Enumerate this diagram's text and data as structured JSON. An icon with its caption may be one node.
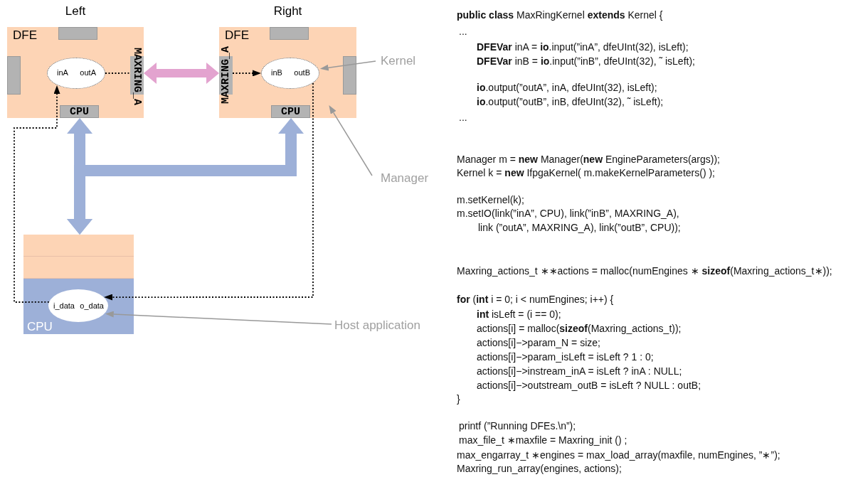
{
  "diagram": {
    "nodes": [
      {
        "text": [
          "DFE"
        ],
        "beside": [
          "Left"
        ]
      },
      {
        "text": [],
        "shape": "bar",
        "in": 0
      },
      {
        "text": [],
        "shape": "bar",
        "in": 0
      },
      {
        "text": [
          "MAXRING_A"
        ],
        "in": 0
      },
      {
        "text": [
          "CPU"
        ],
        "in": 0
      },
      {
        "text": [
          "inA",
          "outA"
        ],
        "in": 0
      },
      {
        "text": [
          "DFE"
        ],
        "beside": [
          "Right"
        ]
      },
      {
        "text": [],
        "shape": "bar",
        "in": 6
      },
      {
        "text": [
          "MAXRING_A"
        ],
        "in": 6
      },
      {
        "text": [],
        "shape": "bar",
        "in": 6
      },
      {
        "text": [
          "CPU"
        ],
        "in": 6
      },
      {
        "text": [
          "inB",
          "outB"
        ],
        "in": 6
      },
      {
        "text": [],
        "shape": "band"
      },
      {
        "text": [],
        "shape": "band"
      },
      {
        "text": [
          "CPU"
        ]
      },
      {
        "text": [
          "i_data",
          "o_data"
        ],
        "in": 14
      },
      {
        "text": [
          "Kernel"
        ]
      },
      {
        "text": [
          "Manager"
        ]
      },
      {
        "text": [
          "Host application"
        ]
      }
    ],
    "edges": [
      {
        "from": 3,
        "to": 8,
        "arrow": "both",
        "style": "thick",
        "color": "#e3a3cf"
      },
      {
        "from": 5,
        "to": 3,
        "arrow": "none",
        "style": "dashed",
        "color": "#000000"
      },
      {
        "from": 8,
        "to": 11,
        "arrow": "to",
        "style": "dashed",
        "color": "#000000"
      },
      {
        "from": 15,
        "to": 5,
        "arrow": "to",
        "style": "dashed",
        "color": "#000000"
      },
      {
        "from": 11,
        "to": 15,
        "arrow": "to",
        "style": "dashed",
        "color": "#000000"
      },
      {
        "from": 12,
        "to": 4,
        "arrow": "both",
        "style": "thick",
        "color": "#9db0d8"
      },
      {
        "from": 12,
        "to": 10,
        "arrow": "both",
        "style": "thick",
        "color": "#9db0d8"
      },
      {
        "from": 16,
        "to": 11,
        "arrow": "to",
        "color": "#999999"
      },
      {
        "from": 17,
        "to": 6,
        "arrow": "to",
        "color": "#999999"
      },
      {
        "from": 18,
        "to": 15,
        "arrow": "to",
        "color": "#999999"
      }
    ],
    "labels": [
      "**public class** MaxRingKernel **extends** Kernel {",
      "...",
      "**DFEVar** inA = **io**.input(”inA”,  dfeUInt(32),  isLeft);",
      "**DFEVar** inB = **io**.input(”inB”,  dfeUInt(32),  ˜ isLeft);",
      "**io**.output(”outA”,  inA,  dfeUInt(32),  isLeft);",
      "**io**.output(”outB”,  inB,  dfeUInt(32),  ˜ isLeft);",
      "...",
      "Manager m = **new** Manager(**new** EngineParameters(args));",
      "Kernel k = **new** IfpgaKernel( m.makeKernelParameters() );",
      "m.setKernel(k);",
      "m.setIO(link(”inA”,  CPU), link(”inB”,  MAXRING_A),",
      "link (”outA”,  MAXRING_A), link(”outB”, CPU));",
      "Maxring_actions_t ∗∗actions = malloc(numEngines ∗ **sizeof**(Maxring_actions_t∗));",
      "**for** (**int** i = 0; i < numEngines; i++) {",
      "**int** isLeft = (i == 0);",
      "actions[i] = malloc(**sizeof**(Maxring_actions_t));",
      "actions[i]−>param_N = size;",
      "actions[i]−>param_isLeft = isLeft ? 1 : 0;",
      "actions[i]−>instream_inA = isLeft ? inA : NULL;",
      "actions[i]−>outstream_outB = isLeft ? NULL : outB;",
      "}",
      "printf (”Running DFEs.\\n”);",
      "max_file_t ∗maxfile = Maxring_init () ;",
      "max_engarray_t ∗engines = max_load_array(maxfile, numEngines, ”∗”);",
      "Maxring_run_array(engines, actions);"
    ]
  }
}
